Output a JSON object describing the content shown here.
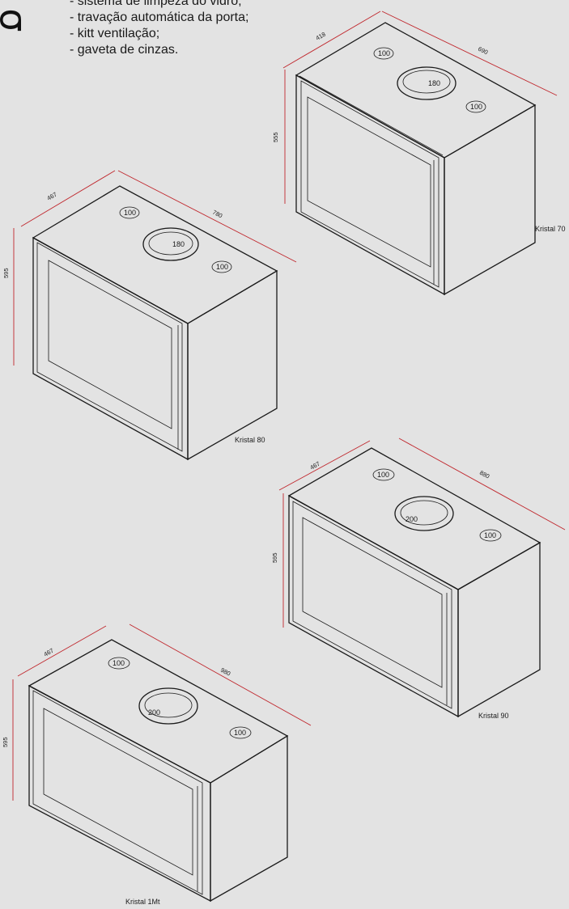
{
  "header": {
    "logo_glyph": "σ",
    "features": [
      "- sistema de limpeza do vidro;",
      "- travação automática da porta;",
      "- kitt ventilação;",
      "- gaveta de cinzas."
    ]
  },
  "colors": {
    "dimension_line": "#c0272d",
    "outline": "#1a1a1a",
    "background": "#e3e3e3"
  },
  "models": [
    {
      "name": "Kristal 70",
      "depth": "418",
      "width": "690",
      "height": "555",
      "small_flue": "100",
      "main_flue": "180"
    },
    {
      "name": "Kristal 80",
      "depth": "467",
      "width": "780",
      "height": "595",
      "small_flue": "100",
      "main_flue": "180"
    },
    {
      "name": "Kristal 90",
      "depth": "467",
      "width": "880",
      "height": "595",
      "small_flue": "100",
      "main_flue": "200"
    },
    {
      "name": "Kristal 1Mt",
      "depth": "467",
      "width": "980",
      "height": "595",
      "small_flue": "100",
      "main_flue": "200"
    }
  ]
}
